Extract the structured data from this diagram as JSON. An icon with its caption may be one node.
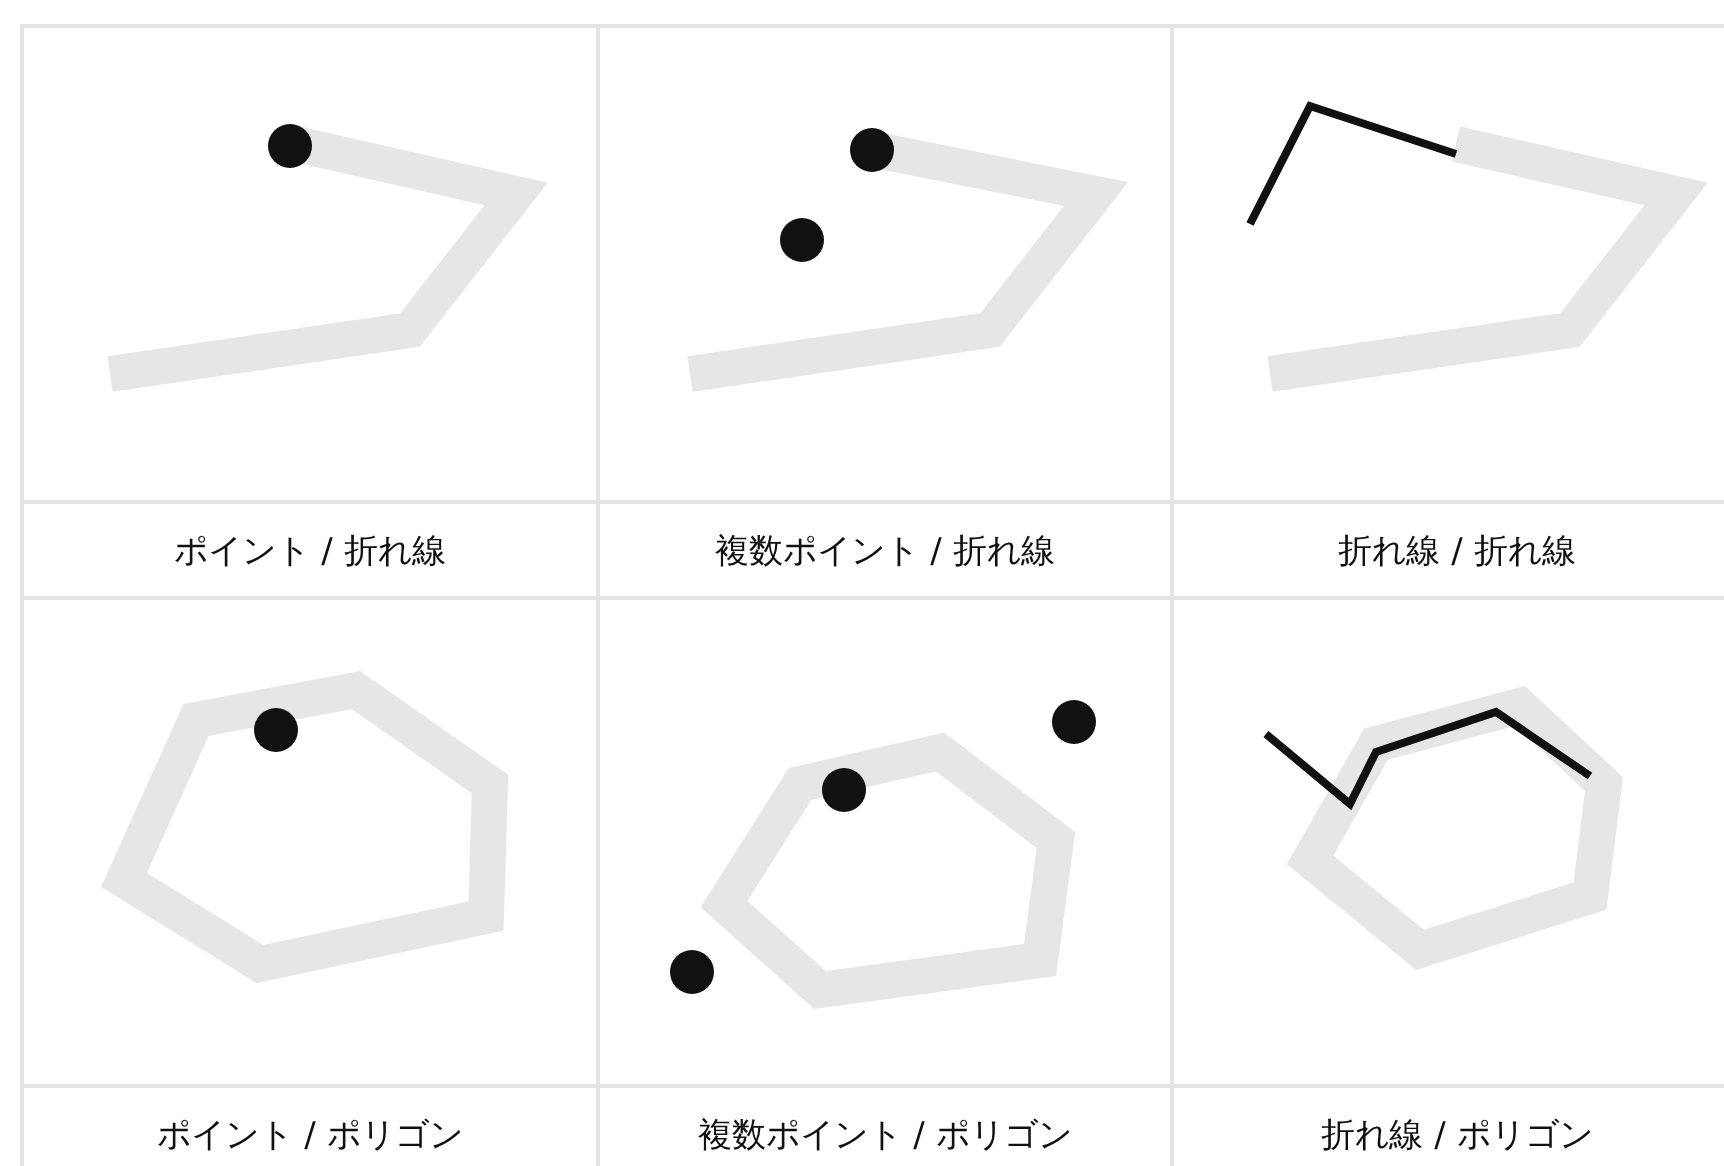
{
  "diagram": {
    "labels": [
      "ポイント / 折れ線",
      "複数ポイント / 折れ線",
      "折れ線 / 折れ線",
      "ポイント / ポリゴン",
      "複数ポイント / ポリゴン",
      "折れ線 / ポリゴン"
    ]
  }
}
